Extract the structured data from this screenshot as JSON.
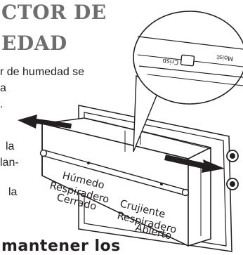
{
  "heading": {
    "line1": "CTOR DE",
    "line2": "EDAD"
  },
  "body_lines": [
    "r de humedad se",
    "a",
    ".",
    "la",
    "lan-",
    "la"
  ],
  "bottom_text": "mantener  los",
  "slider": {
    "left_label": "Crisp",
    "right_label": "Moist"
  },
  "drawer_labels": [
    "Húmedo",
    "Respiradero",
    "Cerrado",
    "Crujiente",
    "Respiradero",
    "Abierto"
  ]
}
